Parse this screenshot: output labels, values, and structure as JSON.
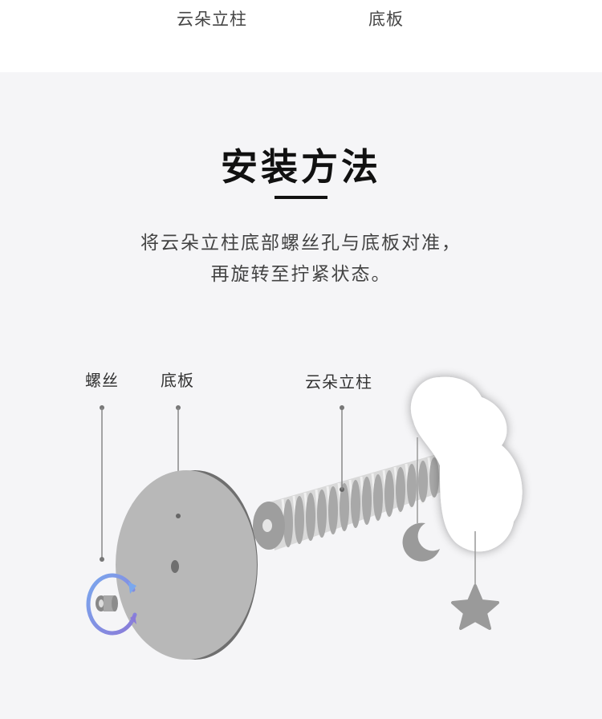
{
  "top_labels": {
    "left": "云朵立柱",
    "right": "底板"
  },
  "section": {
    "title": "安装方法",
    "description_line1": "将云朵立柱底部螺丝孔与底板对准，",
    "description_line2": "再旋转至拧紧状态。"
  },
  "diagram": {
    "labels": {
      "screw": "螺丝",
      "base_plate": "底板",
      "cloud_pillar": "云朵立柱"
    }
  },
  "colors": {
    "background": "#f5f5f7",
    "part_gray": "#b8b8b8",
    "part_dark": "#6f6f6f",
    "arrow_blue": "#7aa8ee",
    "arrow_purple": "#8a7ad8",
    "cloud": "#ffffff"
  },
  "icons": [
    "moon-icon",
    "star-icon",
    "rotation-arrow-icon"
  ]
}
